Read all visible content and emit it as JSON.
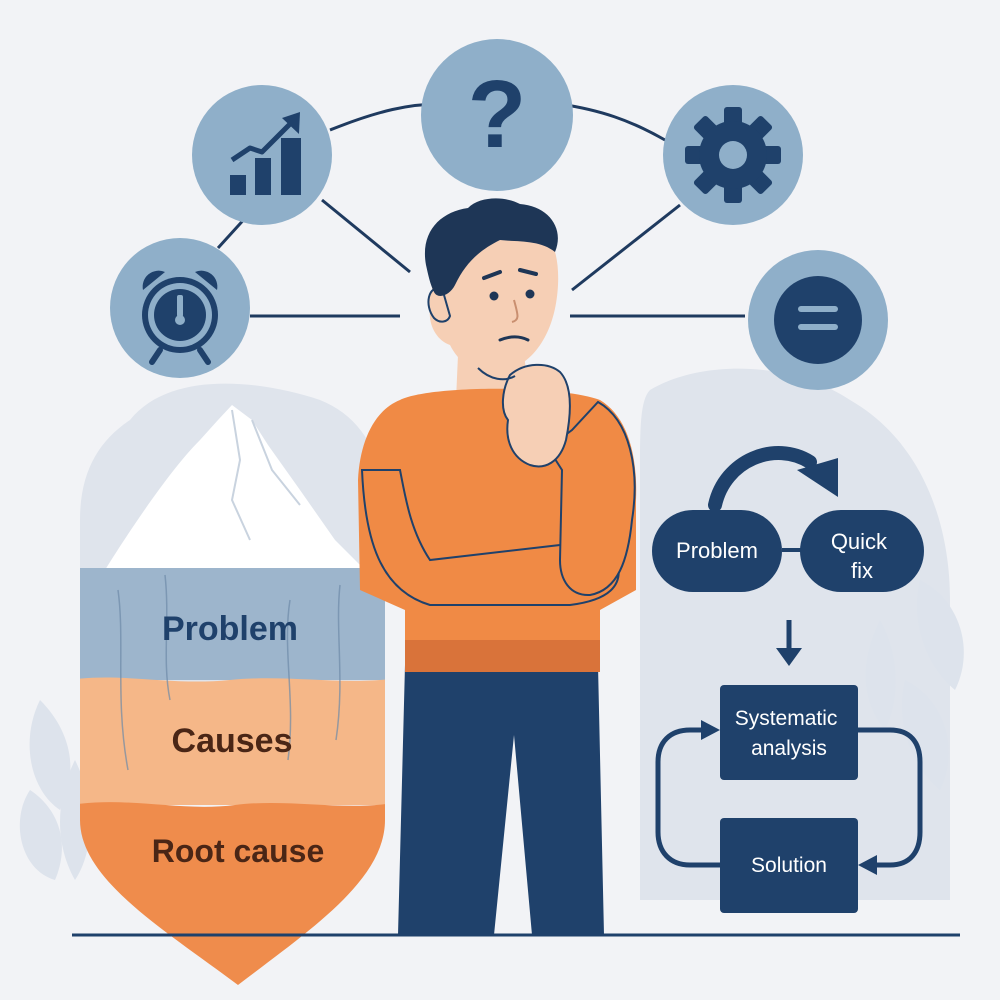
{
  "colors": {
    "background": "#f2f3f6",
    "blob": "#dfe4ec",
    "navy": "#1f416b",
    "circle_fill": "#8fafc9",
    "connector": "#1f3a5f",
    "shirt": "#f08a45",
    "shirt_shade": "#d9733a",
    "skin": "#f6cfb5",
    "hair": "#1e3656",
    "iceberg_snow": "#ffffff",
    "iceberg_problem": "#9db5cc",
    "iceberg_causes": "#f5b788",
    "iceberg_root": "#ef8c4c",
    "leaf": "#dde3ec"
  },
  "icons": {
    "clock": "alarm-clock-icon",
    "growth": "growth-chart-icon",
    "question": "question-mark-icon",
    "gear": "gear-icon",
    "equals": "equals-icon"
  },
  "question_glyph": "?",
  "iceberg": {
    "layers": [
      {
        "label": "Problem"
      },
      {
        "label": "Causes"
      },
      {
        "label": "Root cause"
      }
    ]
  },
  "flow": {
    "problem_label": "Problem",
    "quick_fix_label": [
      "Quick",
      "fix"
    ],
    "analysis_label": [
      "Systematic",
      "analysis"
    ],
    "solution_label": "Solution"
  }
}
